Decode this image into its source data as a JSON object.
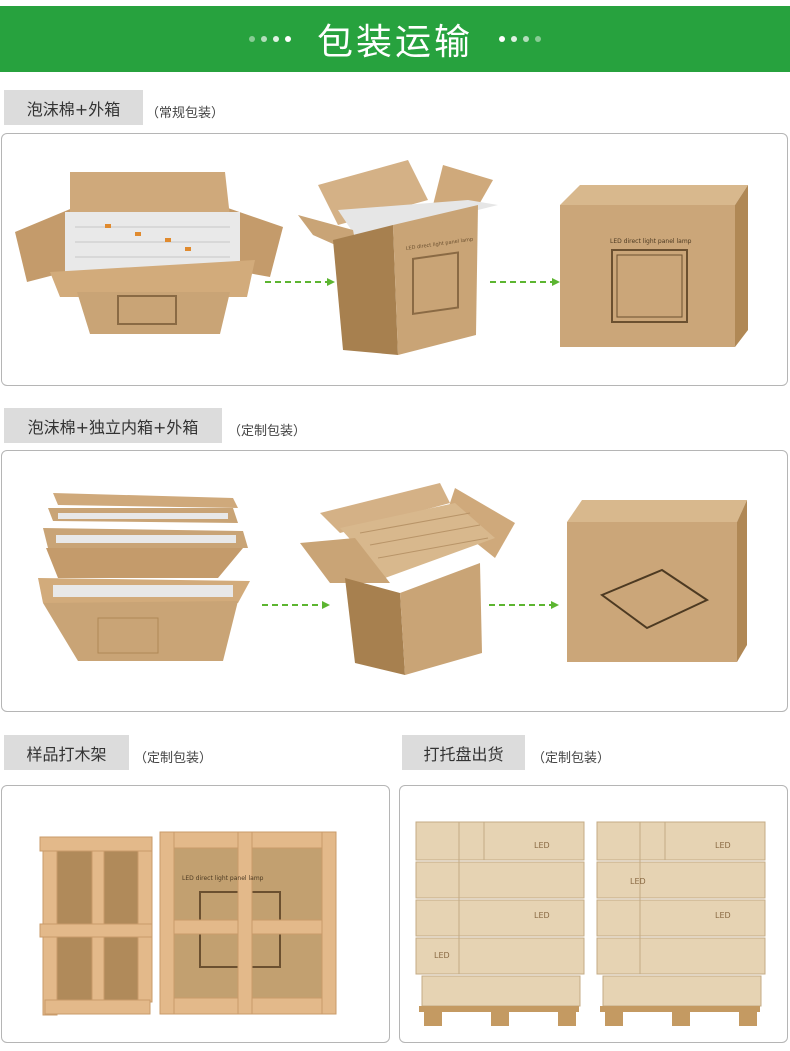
{
  "header": {
    "title": "包装运输"
  },
  "sections": [
    {
      "label": "泡沫棉+外箱",
      "note": "（常规包装）"
    },
    {
      "label": "泡沫棉+独立内箱+外箱",
      "note": "（定制包装）"
    },
    {
      "label": "样品打木架",
      "note": "（定制包装）"
    },
    {
      "label": "打托盘出货",
      "note": "（定制包装）"
    }
  ],
  "box_print": "LED direct light panel lamp",
  "pallet_print": "LED",
  "colors": {
    "brand_green": "#27a23e",
    "arrow_green": "#5cb531",
    "kraft": "#c9a476",
    "label_bg": "#dcdcdc"
  }
}
